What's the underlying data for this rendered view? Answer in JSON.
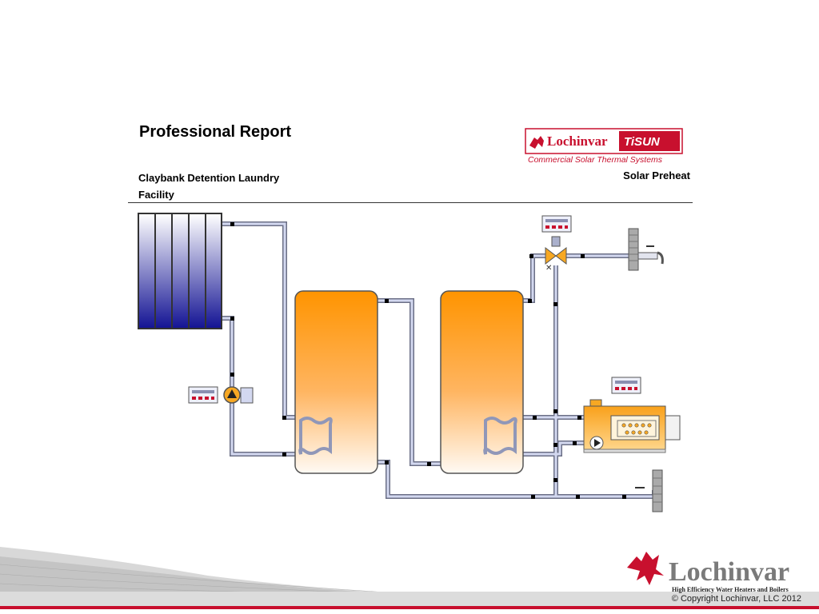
{
  "header": {
    "title": "Professional Report",
    "project": "Claybank Detention Laundry Facility",
    "system": "Solar Preheat"
  },
  "brand": {
    "tisun_logo_text": "Lochinvar",
    "tisun_badge": "TiSUN",
    "tisun_tagline": "Commercial Solar Thermal Systems",
    "footer_logo_text": "Lochinvar",
    "footer_tagline": "High Efficiency Water Heaters and Boilers"
  },
  "footer": {
    "copyright": "© Copyright Lochinvar, LLC  2012"
  },
  "colors": {
    "brand_red": "#c8102e",
    "collector_blue": "#1a1a9e",
    "tank_orange": "#ff9a00",
    "pipe": "#b9bfe0",
    "boiler_orange": "#f7a823"
  }
}
